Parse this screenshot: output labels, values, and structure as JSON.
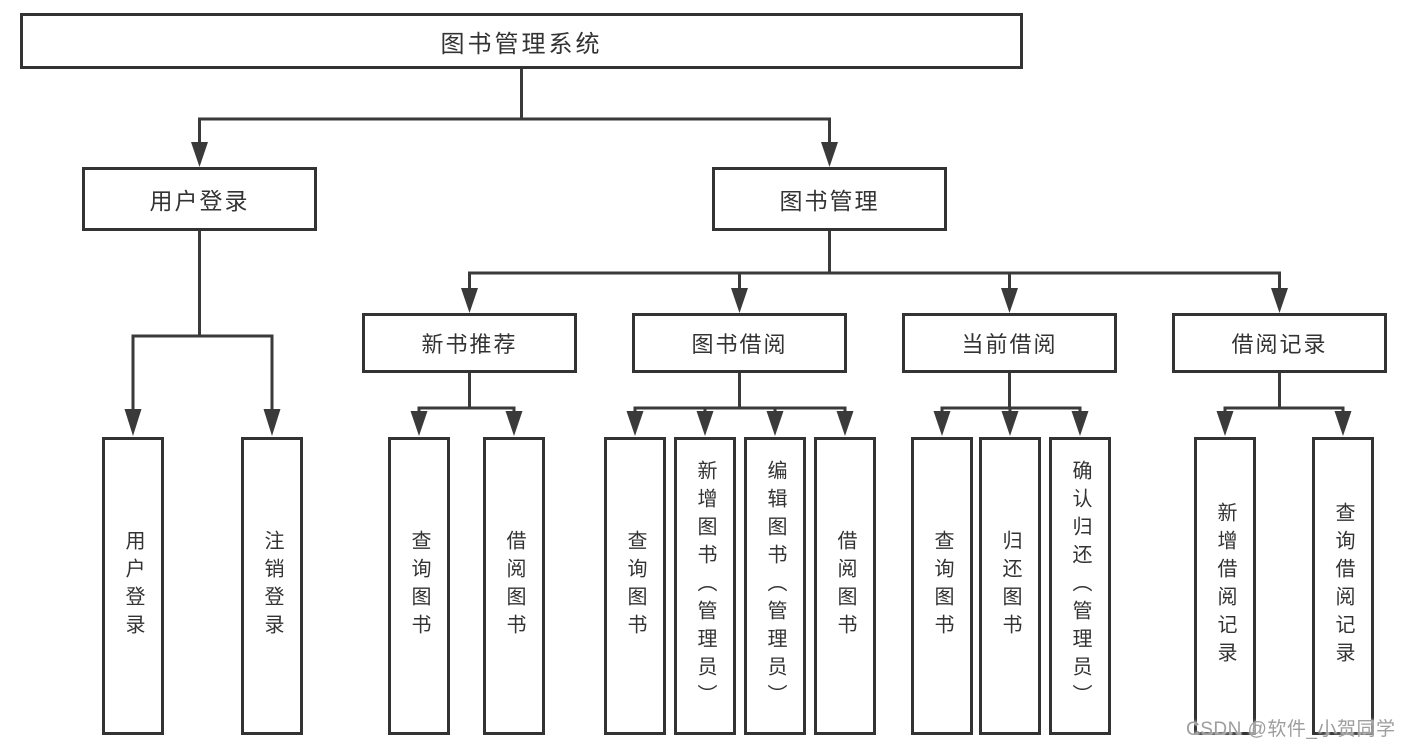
{
  "diagram": {
    "root": {
      "label": "图书管理系统"
    },
    "branches": [
      {
        "label": "用户登录",
        "children": [
          {
            "label": "用户登录"
          },
          {
            "label": "注销登录"
          }
        ]
      },
      {
        "label": "图书管理",
        "children": [
          {
            "label": "新书推荐",
            "children": [
              {
                "label": "查询图书"
              },
              {
                "label": "借阅图书"
              }
            ]
          },
          {
            "label": "图书借阅",
            "children": [
              {
                "label": "查询图书"
              },
              {
                "label": "新增图书（管理员）"
              },
              {
                "label": "编辑图书（管理员）"
              },
              {
                "label": "借阅图书"
              }
            ]
          },
          {
            "label": "当前借阅",
            "children": [
              {
                "label": "查询图书"
              },
              {
                "label": "归还图书"
              },
              {
                "label": "确认归还（管理员）"
              }
            ]
          },
          {
            "label": "借阅记录",
            "children": [
              {
                "label": "新增借阅记录"
              },
              {
                "label": "查询借阅记录"
              }
            ]
          }
        ]
      }
    ]
  },
  "watermark": {
    "text": "CSDN @软件_小贺同学"
  },
  "colors": {
    "line": "#3a3a3a",
    "border": "#333333",
    "text": "#333333",
    "watermark": "#9e9e9e",
    "background": "#ffffff"
  }
}
